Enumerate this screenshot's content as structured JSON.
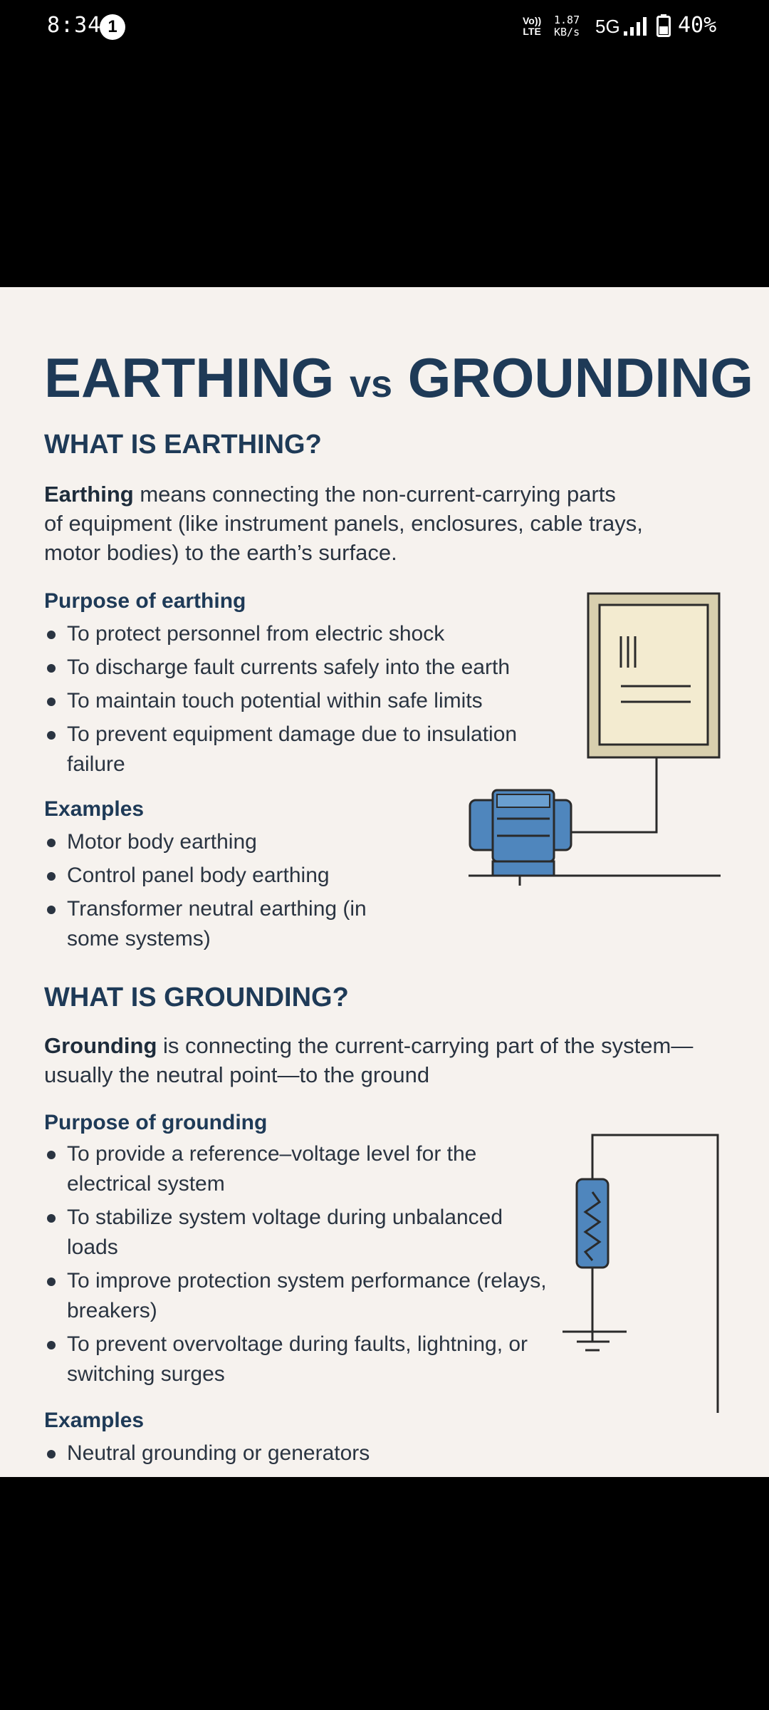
{
  "status_bar": {
    "time": "8:34",
    "notification_count": "1",
    "volte_top": "Vo))",
    "volte_bottom": "LTE",
    "speed_value": "1.87",
    "speed_unit": "KB/s",
    "network": "5G",
    "battery": "40%",
    "icons": [
      "signal-icon",
      "battery-icon"
    ]
  },
  "article": {
    "title_left": "EARTHING",
    "title_vs": "vs",
    "title_right": "GROUNDING",
    "earthing": {
      "heading": "WHAT IS EARTHING?",
      "intro_bold": "Earthing",
      "intro_line1_rest": " means connecting the non-current-carrying parts",
      "intro_line2": "of equipment (like instrument panels, enclosures, cable trays,",
      "intro_line3": "motor bodies) to the earth’s surface.",
      "purpose_heading": "Purpose of earthing",
      "purpose_items": [
        "To protect personnel from electric shock",
        "To discharge fault currents safely into the earth",
        "To maintain touch potential within safe limits",
        "To prevent equipment damage due to insulation failure"
      ],
      "examples_heading": "Examples",
      "examples_items": [
        "Motor body earthing",
        "Control panel body earthing",
        "Transformer neutral earthing (in some systems)"
      ]
    },
    "grounding": {
      "heading": "WHAT IS GROUNDING?",
      "intro_bold": "Grounding",
      "intro_line1_rest": " is connecting the current-carrying part of the system—",
      "intro_line2": "usually the neutral point—to the ground",
      "purpose_heading": "Purpose of grounding",
      "purpose_items": [
        "To provide a reference–voltage level for the electrical system",
        "To stabilize system voltage during unbalanced loads",
        "To improve protection system performance (relays, breakers)",
        "To prevent overvoltage during faults, lightning, or switching surges"
      ],
      "examples_heading": "Examples",
      "examples_items": [
        "Neutral grounding or generators"
      ]
    }
  },
  "colors": {
    "page_bg": "#f6f2ee",
    "heading": "#1e3a57",
    "panel_fill": "#f3ebd0",
    "panel_frame": "#d8cfae",
    "motor_blue": "#4f86bd"
  }
}
